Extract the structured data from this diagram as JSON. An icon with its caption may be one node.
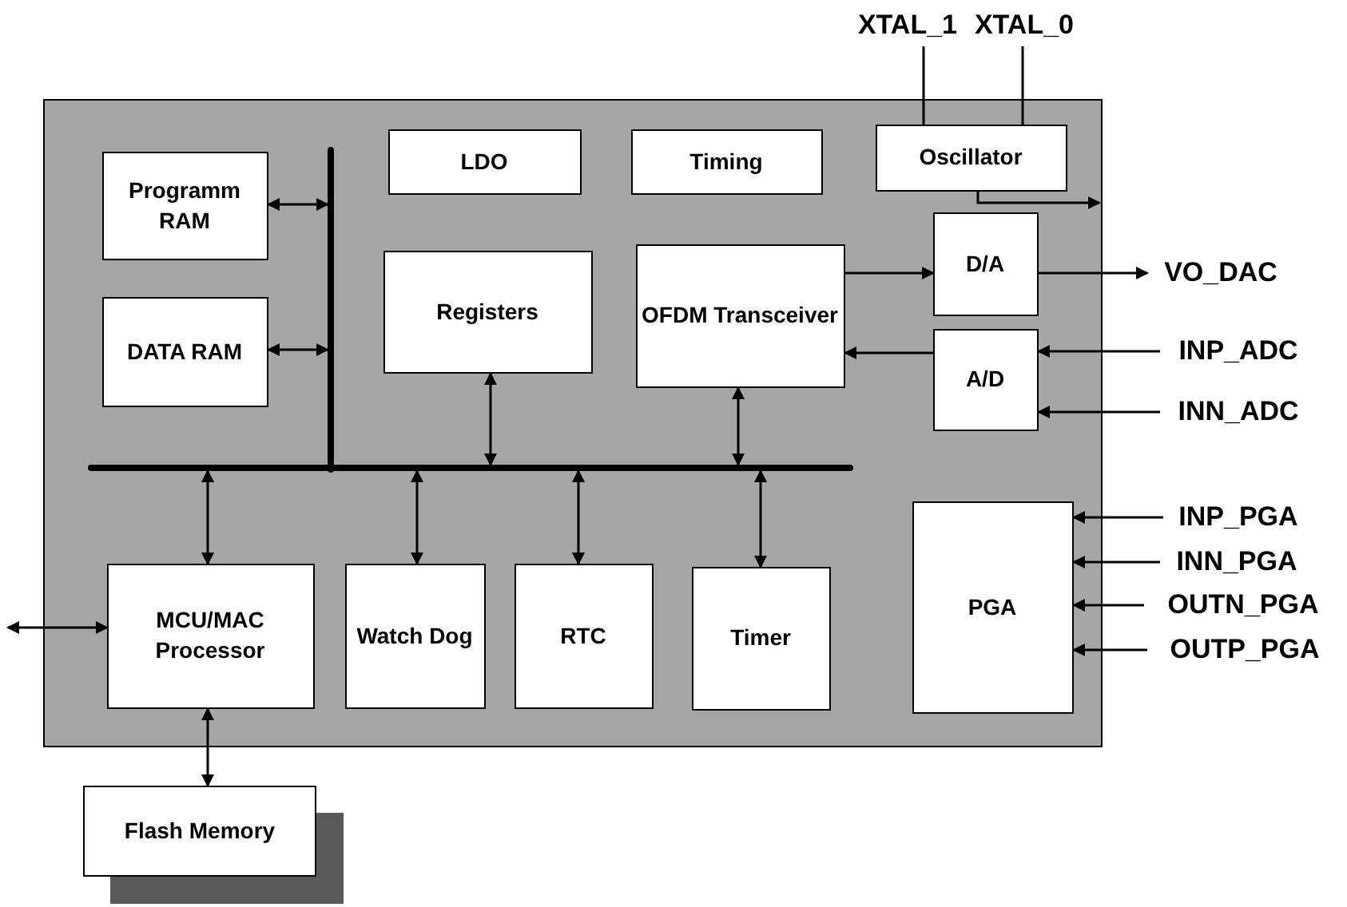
{
  "diagram": {
    "nodes": [
      {
        "text": [
          "XTAL_1"
        ]
      },
      {
        "text": [
          "XTAL_0"
        ]
      },
      {
        "text": [],
        "shape": "box"
      },
      {
        "text": [
          "Programm RAM"
        ],
        "in": 2
      },
      {
        "text": [
          "LDO"
        ],
        "in": 2
      },
      {
        "text": [
          "Timing"
        ],
        "in": 2
      },
      {
        "text": [
          "Oscillator"
        ],
        "in": 2
      },
      {
        "text": [],
        "shape": "bar",
        "in": 2
      },
      {
        "text": [
          "DATA RAM"
        ],
        "in": 2
      },
      {
        "text": [
          "Registers"
        ],
        "in": 2
      },
      {
        "text": [
          "OFDM Transceiver"
        ],
        "in": 2
      },
      {
        "text": [
          "D/A"
        ],
        "in": 2
      },
      {
        "text": [
          "A/D"
        ],
        "in": 2
      },
      {
        "text": [],
        "shape": "bar",
        "in": 2
      },
      {
        "text": [
          "MCU/MAC Processor"
        ],
        "in": 2
      },
      {
        "text": [
          "Watch Dog"
        ],
        "in": 2
      },
      {
        "text": [
          "RTC"
        ],
        "in": 2
      },
      {
        "text": [
          "Timer"
        ],
        "in": 2
      },
      {
        "text": [
          "PGA"
        ],
        "in": 2
      },
      {
        "text": [
          "VO_DAC"
        ]
      },
      {
        "text": [
          "INP_ADC"
        ]
      },
      {
        "text": [
          "INN_ADC"
        ]
      },
      {
        "text": [
          "INP_PGA"
        ]
      },
      {
        "text": [
          "INN_PGA"
        ]
      },
      {
        "text": [
          "OUTN_PGA"
        ]
      },
      {
        "text": [
          "OUTP_PGA"
        ]
      },
      {
        "text": [
          "Flash Memory"
        ]
      }
    ],
    "edges": [
      {
        "from": 0,
        "to": 6,
        "arrow": "none"
      },
      {
        "from": 1,
        "to": 6,
        "arrow": "none"
      },
      {
        "from": 6,
        "to": null,
        "arrow": "to"
      },
      {
        "from": 3,
        "to": 7,
        "arrow": "both"
      },
      {
        "from": 8,
        "to": 7,
        "arrow": "both"
      },
      {
        "from": 9,
        "to": 13,
        "arrow": "both"
      },
      {
        "from": 10,
        "to": 13,
        "arrow": "both"
      },
      {
        "from": 10,
        "to": 11,
        "arrow": "to"
      },
      {
        "from": 12,
        "to": 10,
        "arrow": "to"
      },
      {
        "from": 11,
        "to": 19,
        "arrow": "to"
      },
      {
        "from": 20,
        "to": 12,
        "arrow": "to"
      },
      {
        "from": 21,
        "to": 12,
        "arrow": "to"
      },
      {
        "from": 13,
        "to": 14,
        "arrow": "both"
      },
      {
        "from": 13,
        "to": 15,
        "arrow": "both"
      },
      {
        "from": 13,
        "to": 16,
        "arrow": "both"
      },
      {
        "from": 13,
        "to": 17,
        "arrow": "both"
      },
      {
        "from": null,
        "to": 14,
        "arrow": "both"
      },
      {
        "from": 14,
        "to": 26,
        "arrow": "both"
      },
      {
        "from": 22,
        "to": 18,
        "arrow": "to"
      },
      {
        "from": 23,
        "to": 18,
        "arrow": "to"
      },
      {
        "from": 24,
        "to": 18,
        "arrow": "to"
      },
      {
        "from": 25,
        "to": 18,
        "arrow": "to"
      }
    ]
  }
}
